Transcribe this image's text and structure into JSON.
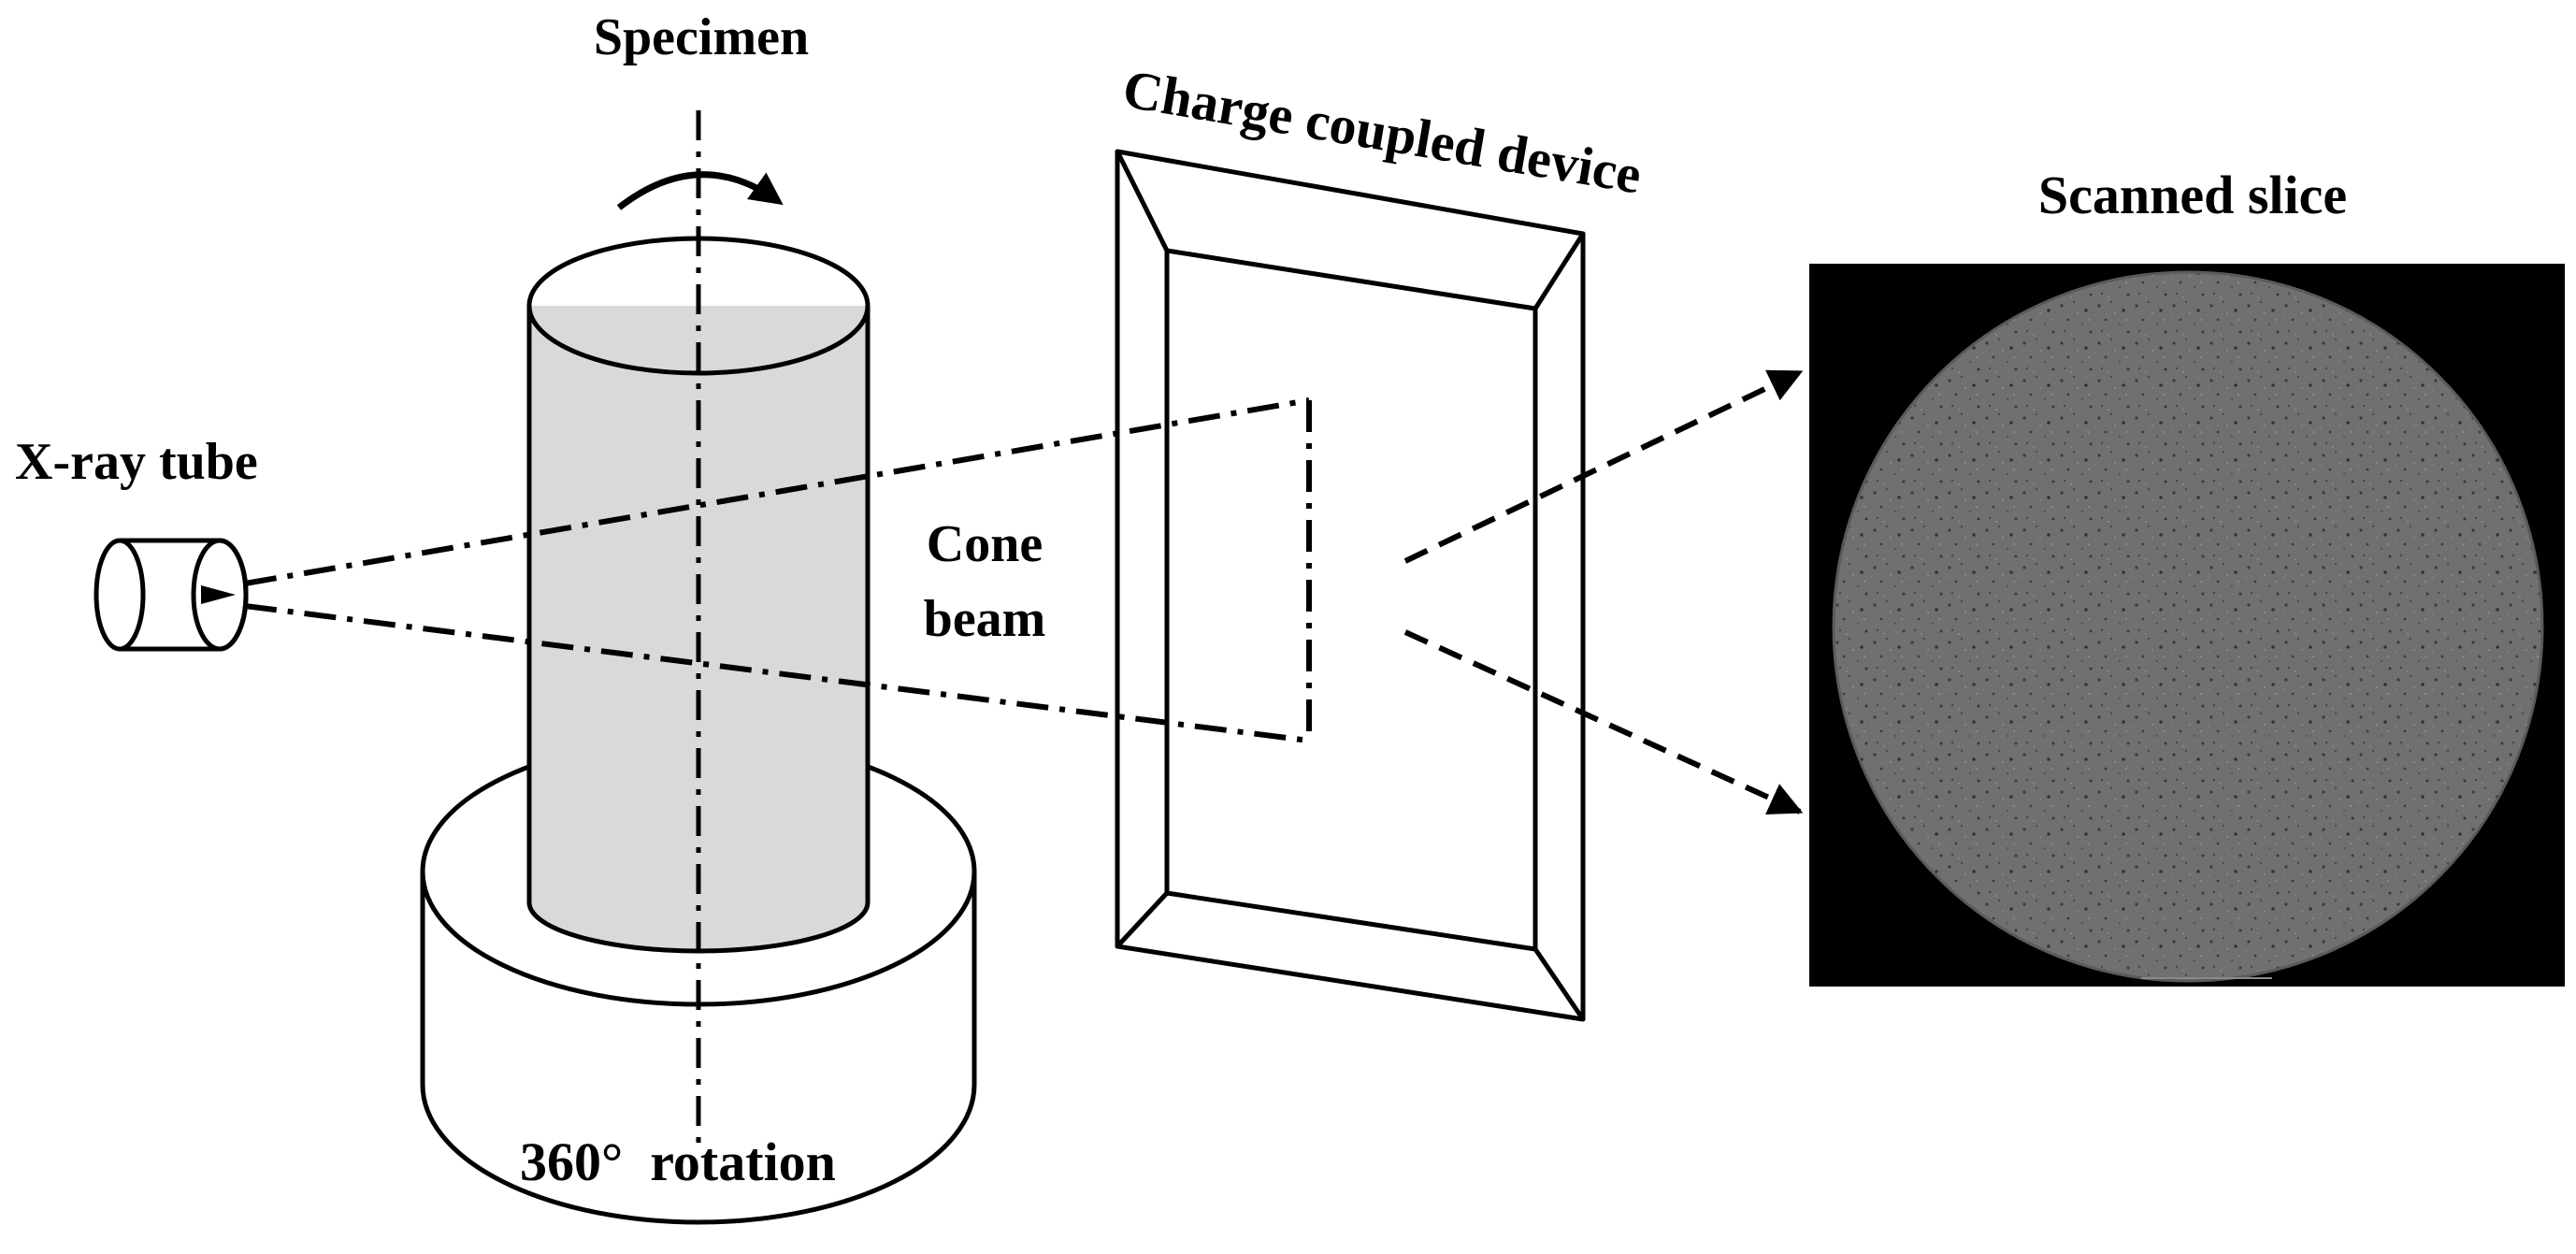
{
  "labels": {
    "specimen": "Specimen",
    "charge_coupled_device": "Charge coupled device",
    "scanned_slice": "Scanned slice",
    "xray_tube": "X-ray tube",
    "cone_beam_line1": "Cone",
    "cone_beam_line2": "beam",
    "rotation": "360°  rotation"
  },
  "colors": {
    "specimen_fill": "#d9d9d9",
    "slice_background": "#000000",
    "slice_disc": "#707070",
    "line": "#000000"
  },
  "icons": {
    "rotation_arrow": "curved-arrow-icon",
    "xray_source": "xray-tube-icon"
  }
}
